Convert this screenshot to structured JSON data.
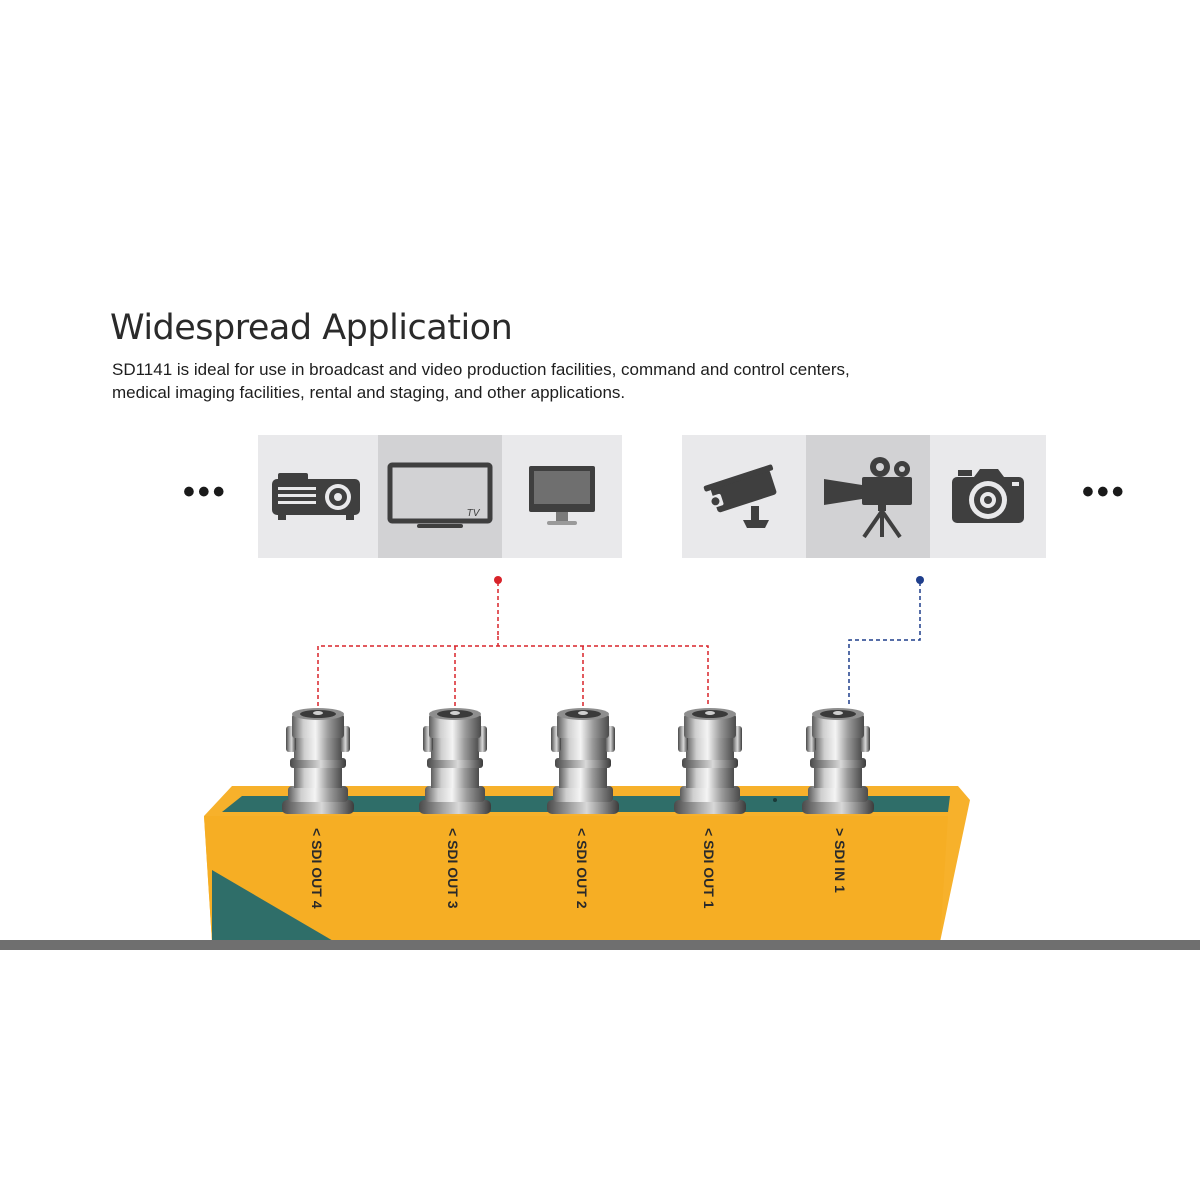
{
  "header": {
    "title": "Widespread Application",
    "description_lines": [
      "SD1141 is ideal for use in broadcast and video production facilities, command and control centers,",
      "medical imaging facilities, rental and staging, and other applications."
    ]
  },
  "output_devices": {
    "more": "•••",
    "items": [
      {
        "icon": "projector-icon"
      },
      {
        "icon": "tv-icon",
        "label": "TV"
      },
      {
        "icon": "monitor-icon"
      }
    ]
  },
  "input_devices": {
    "more": "•••",
    "items": [
      {
        "icon": "security-camera-icon"
      },
      {
        "icon": "video-camera-icon"
      },
      {
        "icon": "photo-camera-icon"
      }
    ]
  },
  "ports": [
    {
      "label": "< SDI OUT 4"
    },
    {
      "label": "< SDI OUT 3"
    },
    {
      "label": "< SDI OUT 2"
    },
    {
      "label": "< SDI OUT 1"
    },
    {
      "label": "> SDI IN 1"
    }
  ],
  "colors": {
    "output_line": "#d8232a",
    "input_line": "#1f3e8c",
    "housing": "#f7b12b",
    "housing_inner": "#2f6e69",
    "tile_light": "#e9e9eb",
    "tile_dark": "#d2d2d4",
    "icon": "#3f3f3f"
  }
}
